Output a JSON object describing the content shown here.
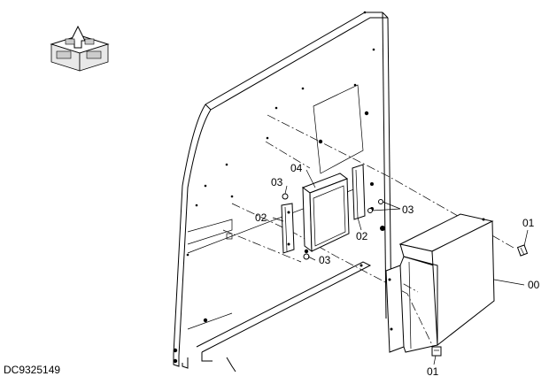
{
  "diagram": {
    "code": "DC9325149",
    "callouts": {
      "c00": "00",
      "c01_top": "01",
      "c01_bottom": "01",
      "c02_left": "02",
      "c02_right": "02",
      "c03_top": "03",
      "c03_mid": "03",
      "c03_right": "03",
      "c04": "04"
    },
    "icons": {
      "orientation": "orientation-cube-icon"
    }
  }
}
